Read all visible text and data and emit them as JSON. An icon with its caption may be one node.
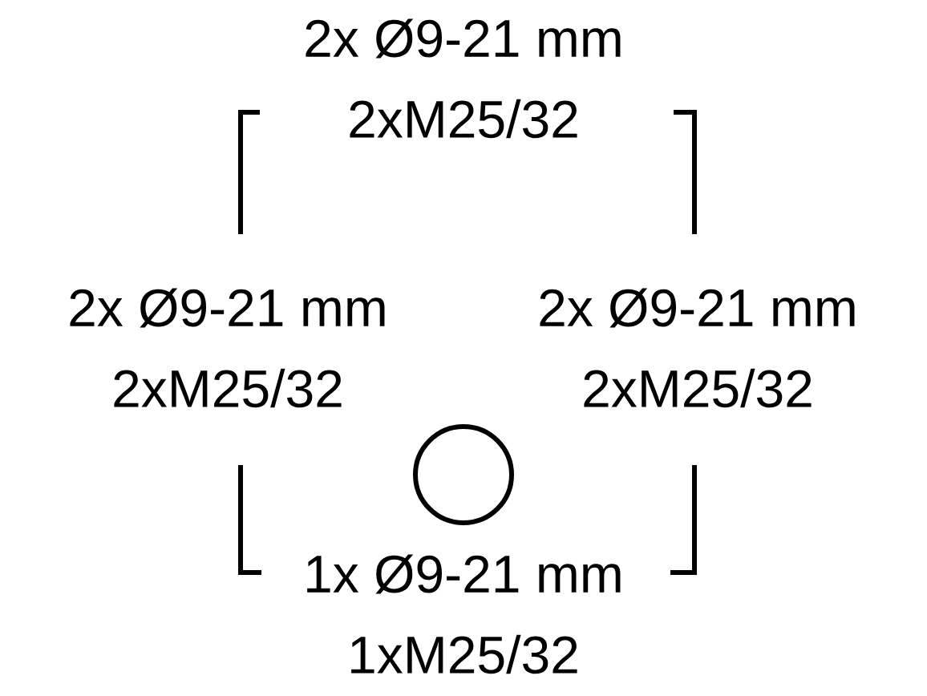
{
  "diagram": {
    "labels": [
      "2x Ø9-21 mm",
      "2xM25/32",
      "2x Ø9-21 mm",
      "2xM25/32",
      "2x Ø9-21 mm",
      "2xM25/32",
      "1x Ø9-21 mm",
      "1xM25/32"
    ]
  }
}
